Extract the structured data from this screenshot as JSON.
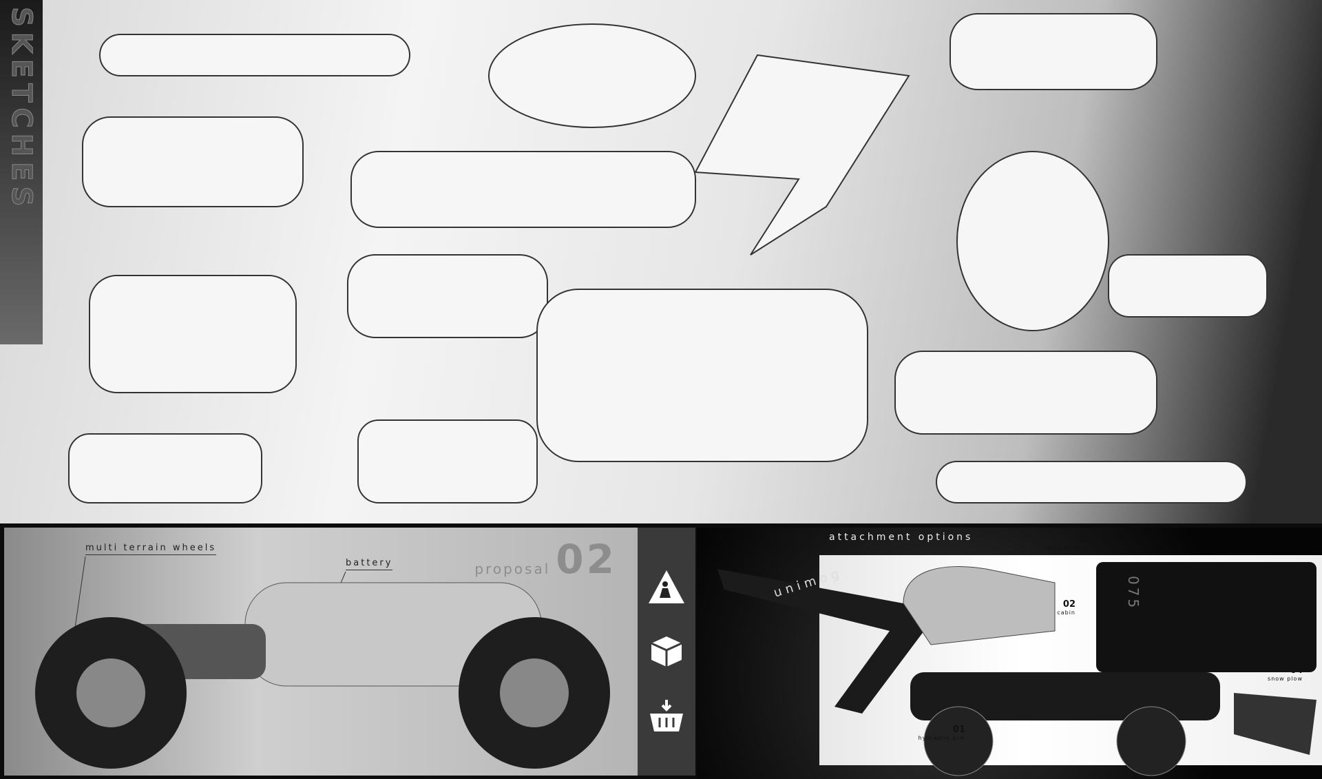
{
  "sketches": {
    "title": "SKETCHES"
  },
  "proposal": {
    "label": "proposal",
    "number": "02",
    "callouts": {
      "wheels": "multi terrain wheels",
      "battery": "battery"
    },
    "icons": [
      "construction-worker-icon",
      "package-box-icon",
      "shopping-basket-icon"
    ]
  },
  "attachments": {
    "title": "attachment options",
    "brand": "unimog",
    "options": [
      {
        "number": "01",
        "label": "hydraulic arm"
      },
      {
        "number": "02",
        "label": "cabin"
      },
      {
        "number": "03",
        "label": "cargo module"
      },
      {
        "number": "04",
        "label": "snow plow"
      }
    ],
    "module_code": "075"
  },
  "colors": {
    "accent": "#e07a2a",
    "panel_dark": "#3a3a3a"
  }
}
